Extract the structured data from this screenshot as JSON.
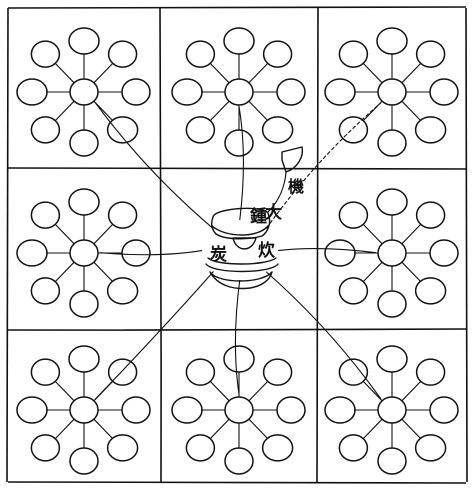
{
  "woodcut": {
    "grid": {
      "rows": 3,
      "cols": 3
    },
    "nodes_per_cell": 8,
    "center_labels": {
      "top_right": "大",
      "top_left": "鍾",
      "mid_left": "炭",
      "mid_right": "炊",
      "hanging_char": "機"
    },
    "ink_color": "#111111",
    "paper_color": "#ffffff"
  }
}
